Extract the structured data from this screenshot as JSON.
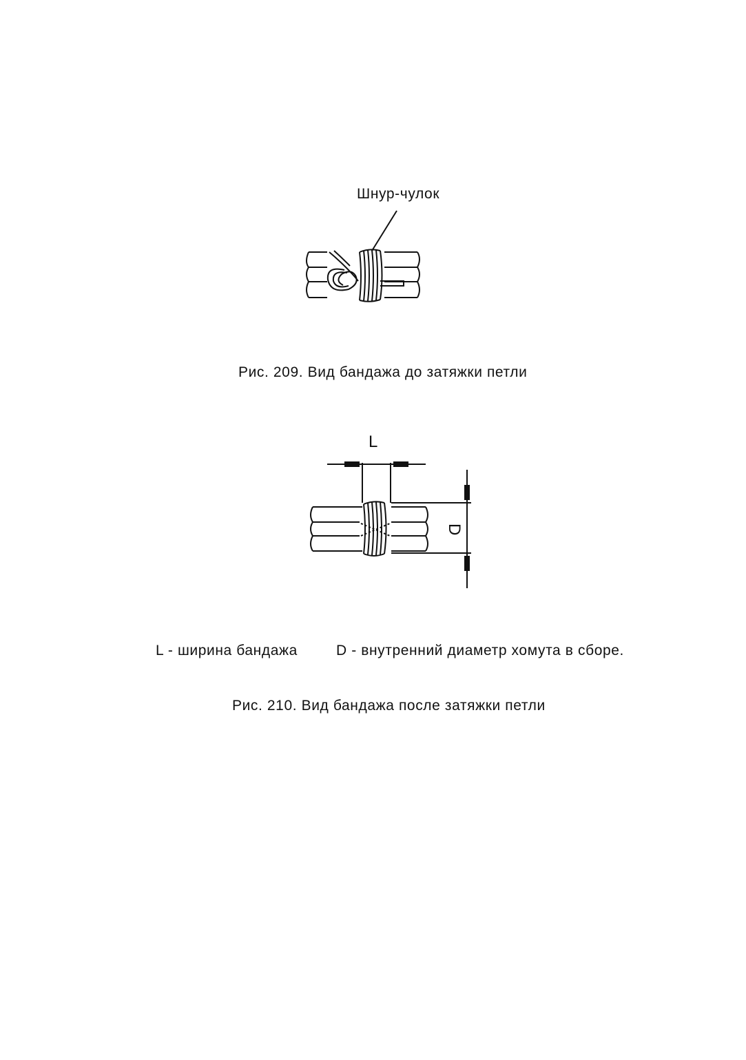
{
  "figure209": {
    "callout": "Шнур-чулок",
    "caption": "Рис. 209. Вид бандажа до затяжки петли"
  },
  "figure210": {
    "dim_l": "L",
    "dim_d": "D",
    "legend_l": "L - ширина бандажа",
    "legend_d": "D - внутренний диаметр хомута в сборе.",
    "caption": "Рис. 210. Вид бандажа после затяжки петли"
  }
}
